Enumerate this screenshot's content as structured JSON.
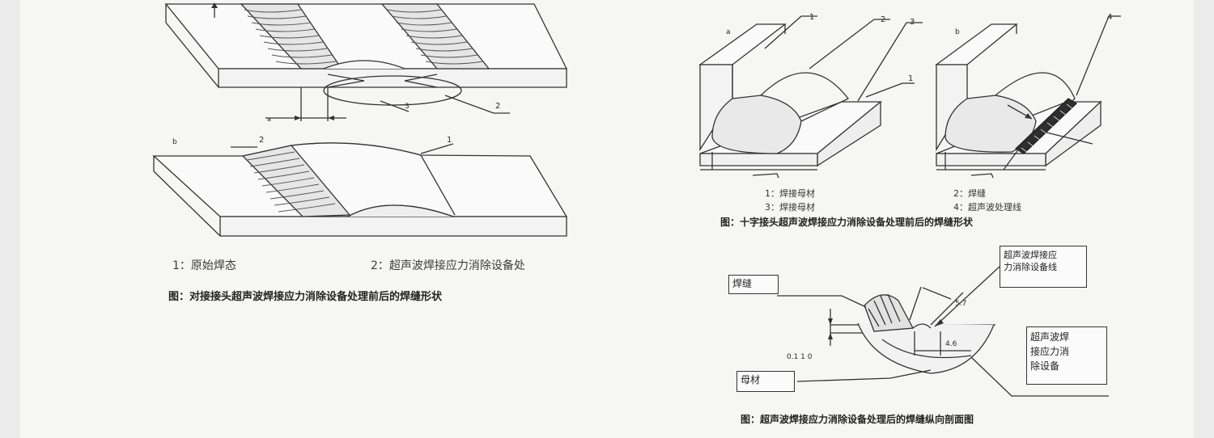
{
  "butt_joint": {
    "legend_1": "1：原始焊态",
    "legend_2": "2：超声波焊接应力消除设备处",
    "caption": "图：对接接头超声波焊接应力消除设备处理前后的焊缝形状",
    "label_b": "b",
    "callout_2a": "2",
    "callout_3": "3",
    "callout_2b": "2",
    "callout_1": "1"
  },
  "cross_joint": {
    "label_a": "a",
    "label_b": "b",
    "callout_1a": "1",
    "callout_2": "2",
    "callout_3": "3",
    "callout_1b": "1",
    "callout_4": "4",
    "legend_1": "1：焊接母材",
    "legend_2": "2：焊缝",
    "legend_3": "3：焊接母材",
    "legend_4": "4：超声波处理线",
    "caption": "图：十字接头超声波焊接应力消除设备处理前后的焊缝形状"
  },
  "section": {
    "label_weld": "焊缝",
    "label_base": "母材",
    "label_line": "超声波焊接应\n力消除设备线",
    "label_device": "超声波焊\n接应力消\n除设备",
    "dim_left": "0.1 1 0",
    "dim_angle": "5.7",
    "dim_width": "4.6",
    "caption": "图：超声波焊接应力消除设备处理后的焊缝纵向剖面图"
  }
}
